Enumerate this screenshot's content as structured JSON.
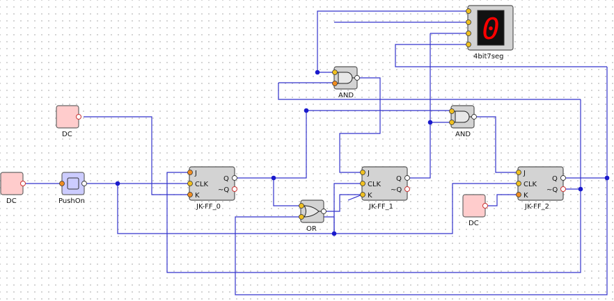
{
  "components": {
    "dc_left": {
      "label": "DC"
    },
    "dc_top": {
      "label": "DC"
    },
    "dc_right": {
      "label": "DC"
    },
    "pushon": {
      "label": "PushOn"
    },
    "ff0": {
      "label": "JK-FF_0",
      "pins": {
        "j": "J",
        "clk": "CLK",
        "k": "K",
        "q": "Q",
        "nq": "~Q"
      }
    },
    "ff1": {
      "label": "JK-FF_1",
      "pins": {
        "j": "J",
        "clk": "CLK",
        "k": "K",
        "q": "Q",
        "nq": "~Q"
      }
    },
    "ff2": {
      "label": "JK-FF_2",
      "pins": {
        "j": "J",
        "clk": "CLK",
        "k": "K",
        "q": "Q",
        "nq": "~Q"
      }
    },
    "and1": {
      "label": "AND"
    },
    "and2": {
      "label": "AND"
    },
    "or1": {
      "label": "OR"
    },
    "seg": {
      "label": "4bit7seg",
      "digit": "0"
    }
  },
  "colors": {
    "wire": "#3333cc",
    "dc_fill": "#ffcccc",
    "push_fill": "#ccccff",
    "gate_fill": "#d3d3d3",
    "pin_in": "#f0c020",
    "seg_lit": "#ff0000"
  }
}
